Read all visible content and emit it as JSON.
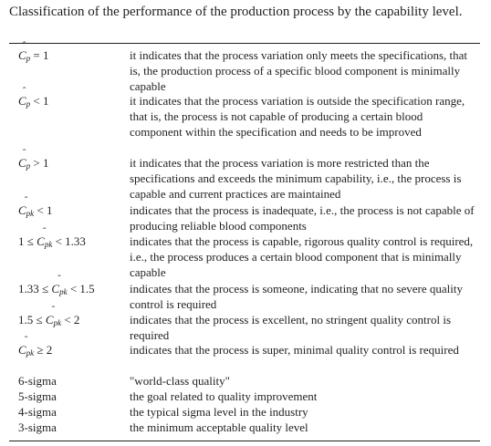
{
  "caption": "Classification of the performance of the production process by the capability level.",
  "rows": [
    {
      "cond_pre": "",
      "cond_sym": "C",
      "cond_sub": "p",
      "cond_post": " = 1",
      "desc": "it indicates that the process variation only meets the specifications, that is, the production process of a specific blood component is minimally capable"
    },
    {
      "cond_pre": "",
      "cond_sym": "C",
      "cond_sub": "p",
      "cond_post": " < 1",
      "desc": "it indicates that the process variation is outside the specification range, that is, the process is not capable of producing a certain blood component within the specification and needs to be improved"
    },
    {
      "cond_pre": "",
      "cond_sym": "C",
      "cond_sub": "p",
      "cond_post": " > 1",
      "desc": "it indicates that the process variation is more restricted than the specifications and exceeds the minimum capability, i.e., the process is capable and current practices are maintained"
    },
    {
      "cond_pre": "",
      "cond_sym": "C",
      "cond_sub": "pk",
      "cond_post": " < 1",
      "desc": "indicates that the process is inadequate, i.e., the process is not capable of producing reliable blood components"
    },
    {
      "cond_pre": "1 ≤ ",
      "cond_sym": "C",
      "cond_sub": "pk",
      "cond_post": " < 1.33",
      "desc": "indicates that the process is capable, rigorous quality control is required, i.e., the process produces a certain blood component that is minimally capable"
    },
    {
      "cond_pre": "1.33 ≤ ",
      "cond_sym": "C",
      "cond_sub": "pk",
      "cond_post": " < 1.5",
      "desc": "indicates that the process is someone, indicating that no severe quality control is required"
    },
    {
      "cond_pre": "1.5 ≤ ",
      "cond_sym": "C",
      "cond_sub": "pk",
      "cond_post": " < 2",
      "desc": "indicates that the process is excellent, no stringent quality control is required"
    },
    {
      "cond_pre": "",
      "cond_sym": "C",
      "cond_sub": "pk",
      "cond_post": " ≥ 2",
      "desc": "indicates that the process is super, minimal quality control is required"
    },
    {
      "cond_pre": "6-sigma",
      "cond_sym": "",
      "cond_sub": "",
      "cond_post": "",
      "desc": "\"world-class quality\""
    },
    {
      "cond_pre": "5-sigma",
      "cond_sym": "",
      "cond_sub": "",
      "cond_post": "",
      "desc": "the goal related to quality improvement"
    },
    {
      "cond_pre": "4-sigma",
      "cond_sym": "",
      "cond_sub": "",
      "cond_post": "",
      "desc": "the typical sigma level in the industry"
    },
    {
      "cond_pre": "3-sigma",
      "cond_sym": "",
      "cond_sub": "",
      "cond_post": "",
      "desc": "the minimum acceptable quality level"
    }
  ]
}
